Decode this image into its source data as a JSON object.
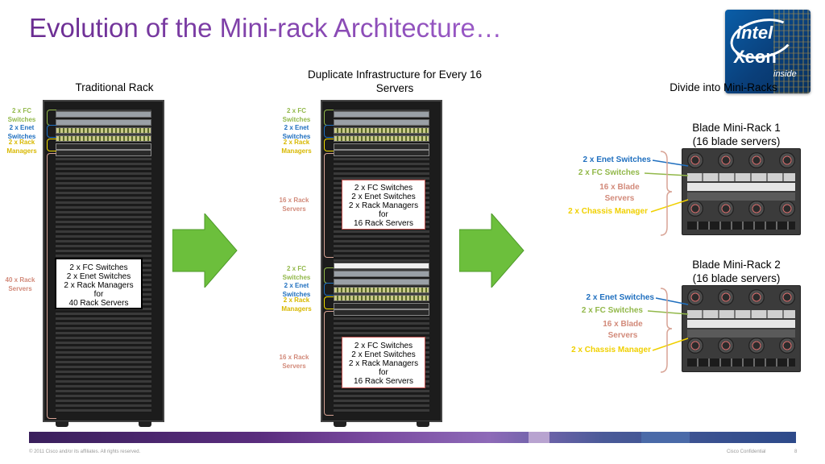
{
  "slide": {
    "title": "Evolution of the Mini-rack Architecture…",
    "page_number": "8",
    "copyright": "© 2011 Cisco and/or its affiliates. All rights reserved.",
    "confidential": "Cisco Confidential"
  },
  "logo": {
    "brand": "intel",
    "product": "Xeon",
    "tagline": "inside",
    "tm": "™"
  },
  "traditional": {
    "heading": "Traditional Rack",
    "labels": {
      "fc": "2 x FC\nSwitches",
      "enet": "2 x Enet\nSwitches",
      "managers": "2 x Rack\nManagers",
      "servers": "40 x Rack\nServers"
    },
    "box": [
      "2 x FC Switches",
      "2 x Enet Switches",
      "2 x Rack Managers",
      "for",
      "40 Rack Servers"
    ]
  },
  "duplicate": {
    "heading_line1": "Duplicate Infrastructure for Every 16",
    "heading_line2": "Servers",
    "labels": {
      "fc": "2 x FC\nSwitches",
      "enet": "2 x Enet\nSwitches",
      "managers": "2 x Rack\nManagers",
      "servers": "16 x Rack\nServers"
    },
    "box": [
      "2 x FC Switches",
      "2 x Enet Switches",
      "2 x Rack Managers",
      "for",
      "16 Rack Servers"
    ]
  },
  "mini": {
    "heading": "Divide into Mini-Racks",
    "rack1_title": "Blade Mini-Rack 1",
    "rack1_sub": "(16 blade servers)",
    "rack2_title": "Blade Mini-Rack 2",
    "rack2_sub": "(16 blade servers)",
    "labels": {
      "enet": "2 x Enet Switches",
      "fc": "2 x FC Switches",
      "blades_line1": "16 x Blade",
      "blades_line2": "Servers",
      "chassis": "2 x Chassis Manager"
    }
  },
  "colors": {
    "title": "#7a3fa6",
    "fc_label": "#92b84a",
    "enet_label": "#1f6fbf",
    "manager_label": "#d8b800",
    "server_label": "#d28a7a",
    "arrow": "#6cbf3c"
  }
}
